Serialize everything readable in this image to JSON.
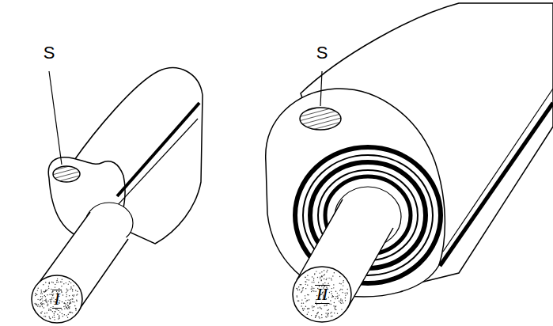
{
  "diagram": {
    "nodes": [
      {
        "text": [
          "I"
        ]
      },
      {
        "text": [
          "II"
        ]
      }
    ],
    "labels": [
      "S",
      "S"
    ]
  }
}
